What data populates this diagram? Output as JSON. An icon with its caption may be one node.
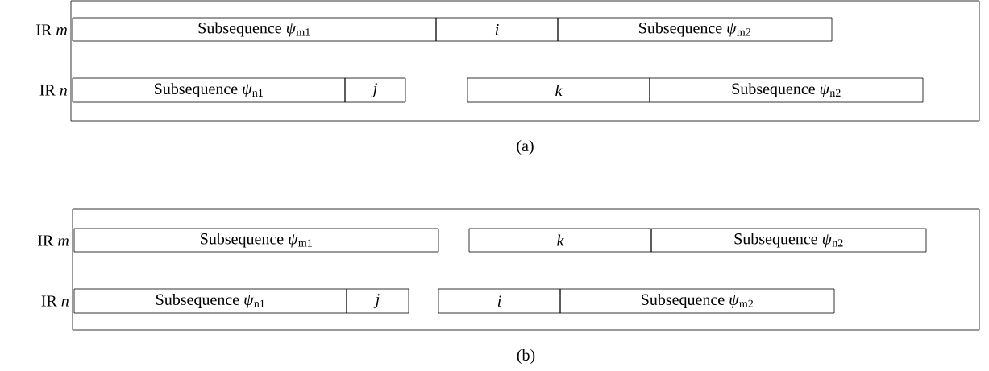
{
  "diagram": {
    "nodes": [
      {
        "text": [],
        "shape": "box",
        "beside": [
          "(a)"
        ]
      },
      {
        "text": [
          "Subsequence *ψ*$_{m1}$"
        ],
        "in": 0
      },
      {
        "text": [
          "i"
        ],
        "in": 0
      },
      {
        "text": [
          "Subsequence *ψ*$_{m2}$"
        ],
        "in": 0
      },
      {
        "text": [
          "Subsequence *ψ*$_{n1}$"
        ],
        "in": 0
      },
      {
        "text": [
          "j"
        ],
        "in": 0
      },
      {
        "text": [
          "k"
        ],
        "in": 0
      },
      {
        "text": [
          "Subsequence *ψ*$_{n2}$"
        ],
        "in": 0
      },
      {
        "text": [],
        "shape": "box",
        "beside": [
          "(b)"
        ]
      },
      {
        "text": [
          "Subsequence *ψ*$_{m1}$"
        ],
        "in": 8
      },
      {
        "text": [
          "k"
        ],
        "in": 8
      },
      {
        "text": [
          "Subsequence *ψ*$_{n2}$"
        ],
        "in": 8
      },
      {
        "text": [
          "Subsequence *ψ*$_{n1}$"
        ],
        "in": 8
      },
      {
        "text": [
          "j"
        ],
        "in": 8
      },
      {
        "text": [
          "i"
        ],
        "in": 8
      },
      {
        "text": [
          "Subsequence *ψ*$_{m2}$"
        ],
        "in": 8
      }
    ],
    "labels": [
      "IR *m*",
      "IR *n*",
      "IR *m*",
      "IR *n*"
    ]
  }
}
